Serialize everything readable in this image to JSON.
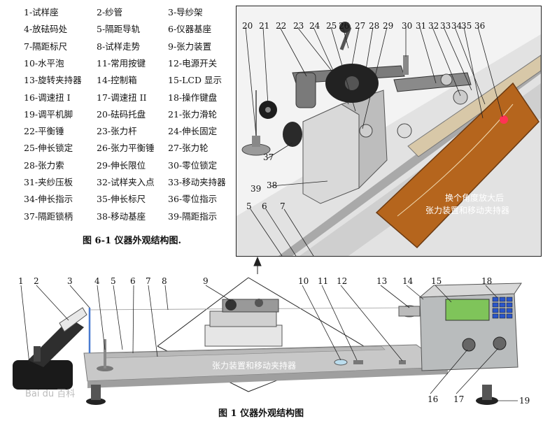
{
  "legend": [
    "1-试样座",
    "2-纱管",
    "3-导纱架",
    "4-放砝码处",
    "5-隔距导轨",
    "6-仪器基座",
    "7-隔距标尺",
    "8-试样走势",
    "9-张力装置",
    "10-水平泡",
    "11-常用按键",
    "12-电源开关",
    "13-旋转夹持器",
    "14-控制箱",
    "15-LCD 显示",
    "16-调速扭 I",
    "17-调速扭 II",
    "18-操作键盘",
    "19-调平机脚",
    "20-砝码托盘",
    "21-张力滑轮",
    "22-平衡锤",
    "23-张力杆",
    "24-伸长固定",
    "25-伸长锁定",
    "26-张力平衡锤",
    "27-张力轮",
    "28-张力索",
    "29-伸长限位",
    "30-零位锁定",
    "31-夹纱压板",
    "32-试样夹入点",
    "33-移动夹持器",
    "34-伸长指示",
    "35-伸长标尺",
    "36-零位指示",
    "37-隔距锁柄",
    "38-移动基座",
    "39-隔距指示"
  ],
  "caption_inset": "图 6-1  仪器外观结构图.",
  "caption_main": "图 1  仪器外观结构图",
  "inset_label_line1": "换个角度放大后",
  "inset_label_line2": "张力装置和移动夹持器",
  "base_label": "张力装置和移动夹持器",
  "watermark": "Bai du 百科",
  "numbers_inset": [
    "20",
    "21",
    "22",
    "23",
    "24",
    "25",
    "26",
    "27",
    "28",
    "29",
    "30",
    "31",
    "32",
    "33",
    "34",
    "35",
    "36",
    "37",
    "38",
    "39",
    "5",
    "6",
    "7"
  ],
  "numbers_main": [
    "1",
    "2",
    "3",
    "4",
    "5",
    "6",
    "7",
    "8",
    "9",
    "10",
    "11",
    "12",
    "13",
    "14",
    "15",
    "18",
    "16",
    "17",
    "19"
  ],
  "lcd_text": "",
  "colors": {
    "base": "#c8c8c8",
    "box": "#b9bcbd",
    "lcd": "#7fc45a",
    "plate": "#b5651d",
    "keypad": "#2b55c9"
  }
}
